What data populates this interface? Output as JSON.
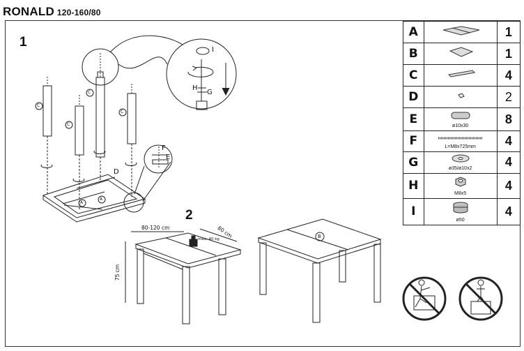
{
  "header": {
    "model": "RONALD",
    "size": "120-160/80"
  },
  "steps": {
    "step1": "1",
    "step2": "2"
  },
  "callouts": {
    "leg": "C",
    "top_a": "A",
    "top_b": "B",
    "rail": "D",
    "washer": "E",
    "bolt": "F",
    "plug": "I",
    "nut": "H",
    "washer_g": "G"
  },
  "dimensions": {
    "width": "80-120 cm",
    "depth": "80 cm",
    "height": "75 cm",
    "max_load": "max. 40 kg"
  },
  "parts": [
    {
      "letter": "A",
      "icon": "tabletop-extended",
      "spec": "",
      "qty": "1"
    },
    {
      "letter": "B",
      "icon": "extension-leaf",
      "spec": "",
      "qty": "1"
    },
    {
      "letter": "C",
      "icon": "leg",
      "spec": "",
      "qty": "4"
    },
    {
      "letter": "D",
      "icon": "small-plate",
      "spec": "",
      "qty": "2"
    },
    {
      "letter": "E",
      "icon": "dowel",
      "spec": "ø10x30",
      "qty": "8"
    },
    {
      "letter": "F",
      "icon": "threaded-rod",
      "spec": "L=M8x725mm",
      "qty": "4"
    },
    {
      "letter": "G",
      "icon": "washer",
      "spec": "ø35/ø10x2",
      "qty": "4"
    },
    {
      "letter": "H",
      "icon": "nut",
      "spec": "M8x5",
      "qty": "4"
    },
    {
      "letter": "I",
      "icon": "leg-cap",
      "spec": "ø50",
      "qty": "4"
    }
  ],
  "warnings": {
    "no_standing": "no-standing-on-table-icon",
    "no_sitting": "no-stepping-on-table-icon"
  }
}
